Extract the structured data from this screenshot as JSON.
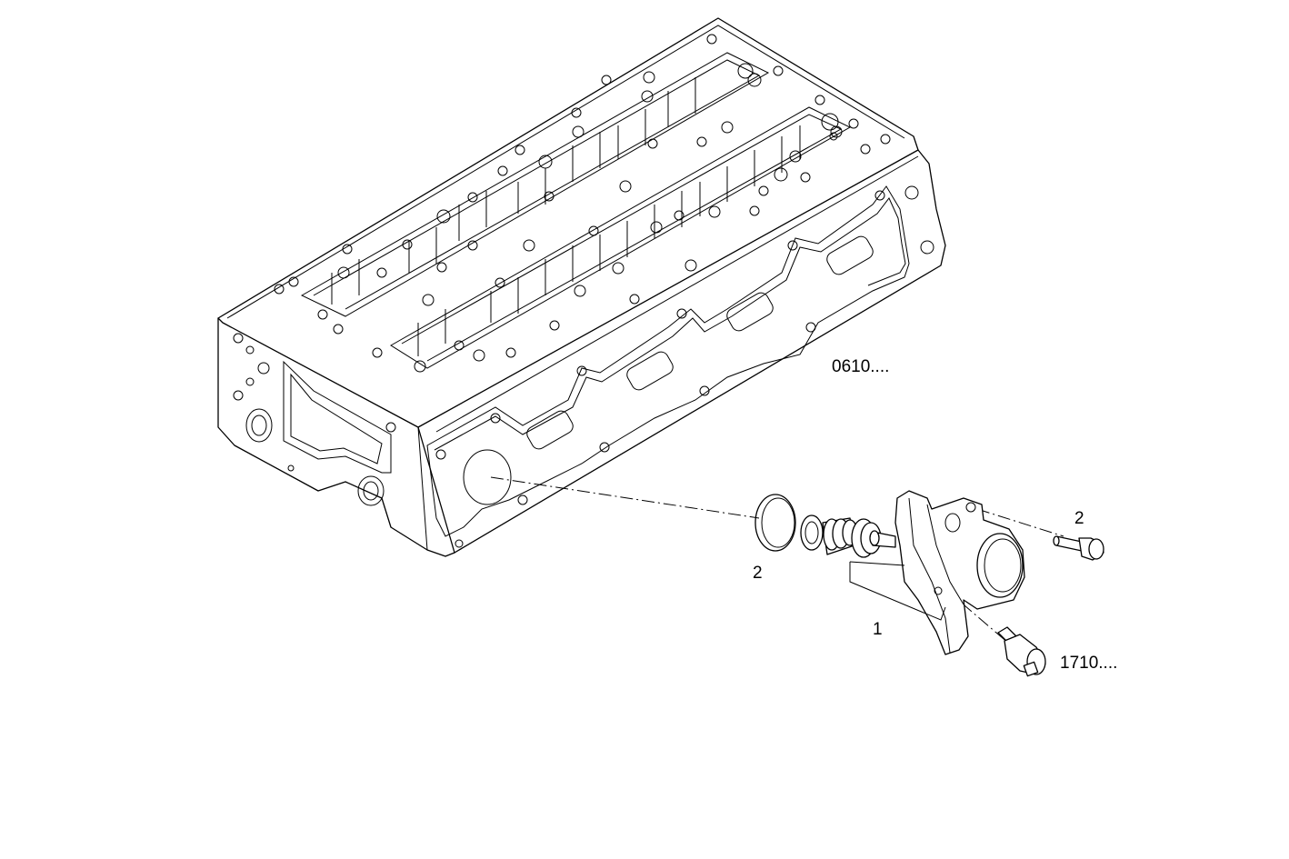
{
  "callouts": {
    "cylinder_head_ref": "0610....",
    "sensor_ref": "1710....",
    "seal_item": "2",
    "bolt_item": "2",
    "housing_item": "1"
  }
}
